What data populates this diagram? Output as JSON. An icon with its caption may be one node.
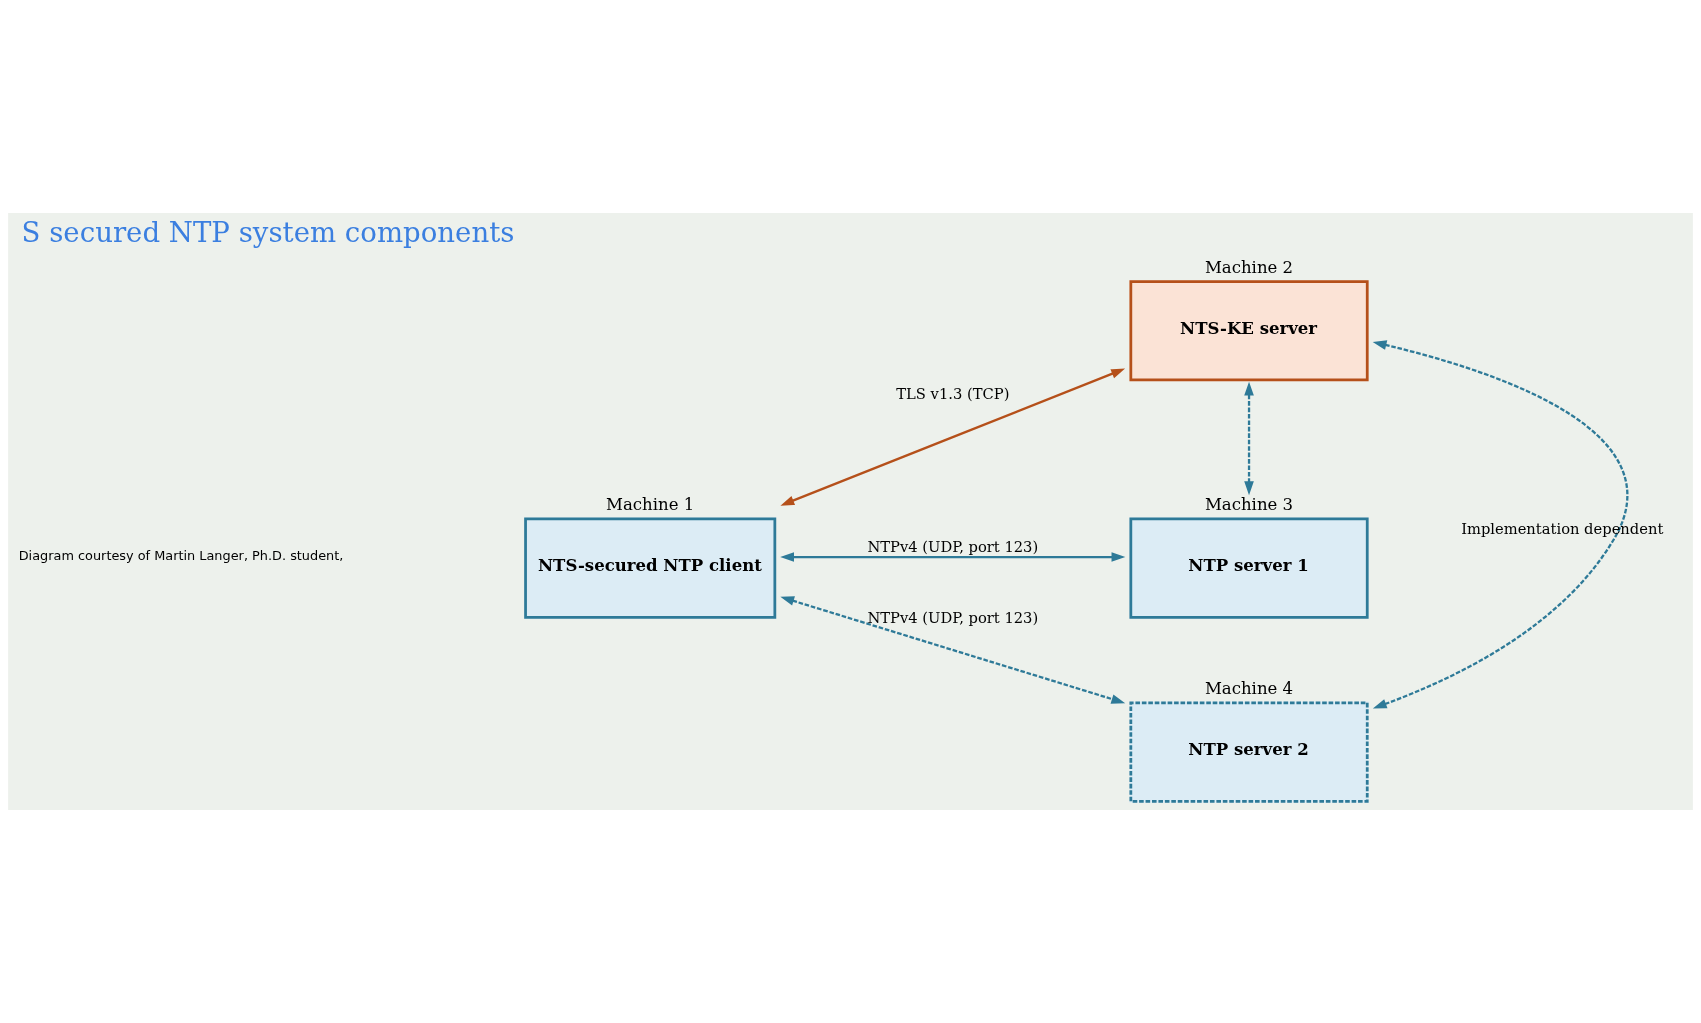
{
  "diagram": {
    "title": "S secured NTP system components",
    "nodes": [
      {
        "text": [
          "Machine 2",
          "NTS-KE server"
        ]
      },
      {
        "text": [
          "Machine 1",
          "NTS-secured NTP client"
        ]
      },
      {
        "text": [
          "Machine 3",
          "NTP server 1"
        ]
      },
      {
        "text": [
          "Machine 4",
          "NTP server 2"
        ]
      }
    ],
    "edges": [
      {
        "from": 0,
        "to": 1,
        "arrow": "both",
        "label": "TLS v1.3 (TCP)",
        "color": "#b5501a"
      },
      {
        "from": 1,
        "to": 2,
        "arrow": "both",
        "label": "NTPv4 (UDP, port 123)"
      },
      {
        "from": 1,
        "to": 3,
        "arrow": "both",
        "label": "NTPv4 (UDP, port 123)",
        "style": "dashed"
      },
      {
        "from": 0,
        "to": 2,
        "arrow": "both",
        "style": "dashed"
      },
      {
        "from": 0,
        "to": 3,
        "arrow": "both",
        "style": "dashed",
        "label": "Implementation dependent"
      }
    ],
    "labels": [
      "Diagram courtesy of Martin Langer, Ph.D. student,"
    ]
  }
}
